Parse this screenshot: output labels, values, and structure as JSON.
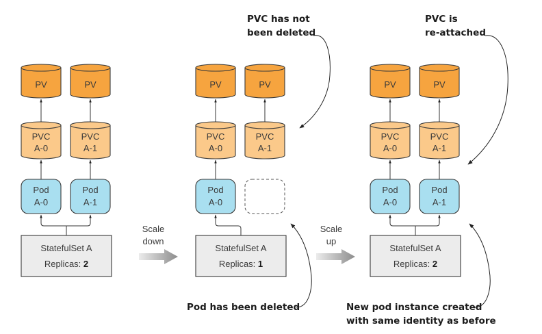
{
  "colors": {
    "pv_fill": "#f6a43f",
    "pvc_fill": "#fbc98a",
    "pod_fill": "#a9dff0",
    "statefulset_fill": "#ececec",
    "outline": "#3a3a3a"
  },
  "stages": [
    {
      "id": "before",
      "volumes": [
        {
          "pv": "PV",
          "pvc_line1": "PVC",
          "pvc_line2": "A-0"
        },
        {
          "pv": "PV",
          "pvc_line1": "PVC",
          "pvc_line2": "A-1"
        }
      ],
      "pods": [
        {
          "line1": "Pod",
          "line2": "A-0",
          "deleted": false
        },
        {
          "line1": "Pod",
          "line2": "A-1",
          "deleted": false
        }
      ],
      "statefulset": {
        "name": "StatefulSet A",
        "replicas_label": "Replicas:",
        "replicas": "2"
      }
    },
    {
      "id": "scaled-down",
      "volumes": [
        {
          "pv": "PV",
          "pvc_line1": "PVC",
          "pvc_line2": "A-0"
        },
        {
          "pv": "PV",
          "pvc_line1": "PVC",
          "pvc_line2": "A-1"
        }
      ],
      "pods": [
        {
          "line1": "Pod",
          "line2": "A-0",
          "deleted": false
        },
        {
          "line1": "",
          "line2": "",
          "deleted": true
        }
      ],
      "statefulset": {
        "name": "StatefulSet A",
        "replicas_label": "Replicas:",
        "replicas": "1"
      }
    },
    {
      "id": "scaled-up",
      "volumes": [
        {
          "pv": "PV",
          "pvc_line1": "PVC",
          "pvc_line2": "A-0"
        },
        {
          "pv": "PV",
          "pvc_line1": "PVC",
          "pvc_line2": "A-1"
        }
      ],
      "pods": [
        {
          "line1": "Pod",
          "line2": "A-0",
          "deleted": false
        },
        {
          "line1": "Pod",
          "line2": "A-1",
          "deleted": false
        }
      ],
      "statefulset": {
        "name": "StatefulSet A",
        "replicas_label": "Replicas:",
        "replicas": "2"
      }
    }
  ],
  "transitions": [
    {
      "line1": "Scale",
      "line2": "down"
    },
    {
      "line1": "Scale",
      "line2": "up"
    }
  ],
  "callouts": {
    "pvc_not_deleted": {
      "line1": "PVC has not",
      "line2": "been deleted"
    },
    "pvc_reattached": {
      "line1": "PVC is",
      "line2": "re-attached"
    },
    "pod_deleted": {
      "line1": "Pod has been deleted"
    },
    "new_pod": {
      "line1": "New pod instance created",
      "line2": "with same identity as before"
    }
  }
}
